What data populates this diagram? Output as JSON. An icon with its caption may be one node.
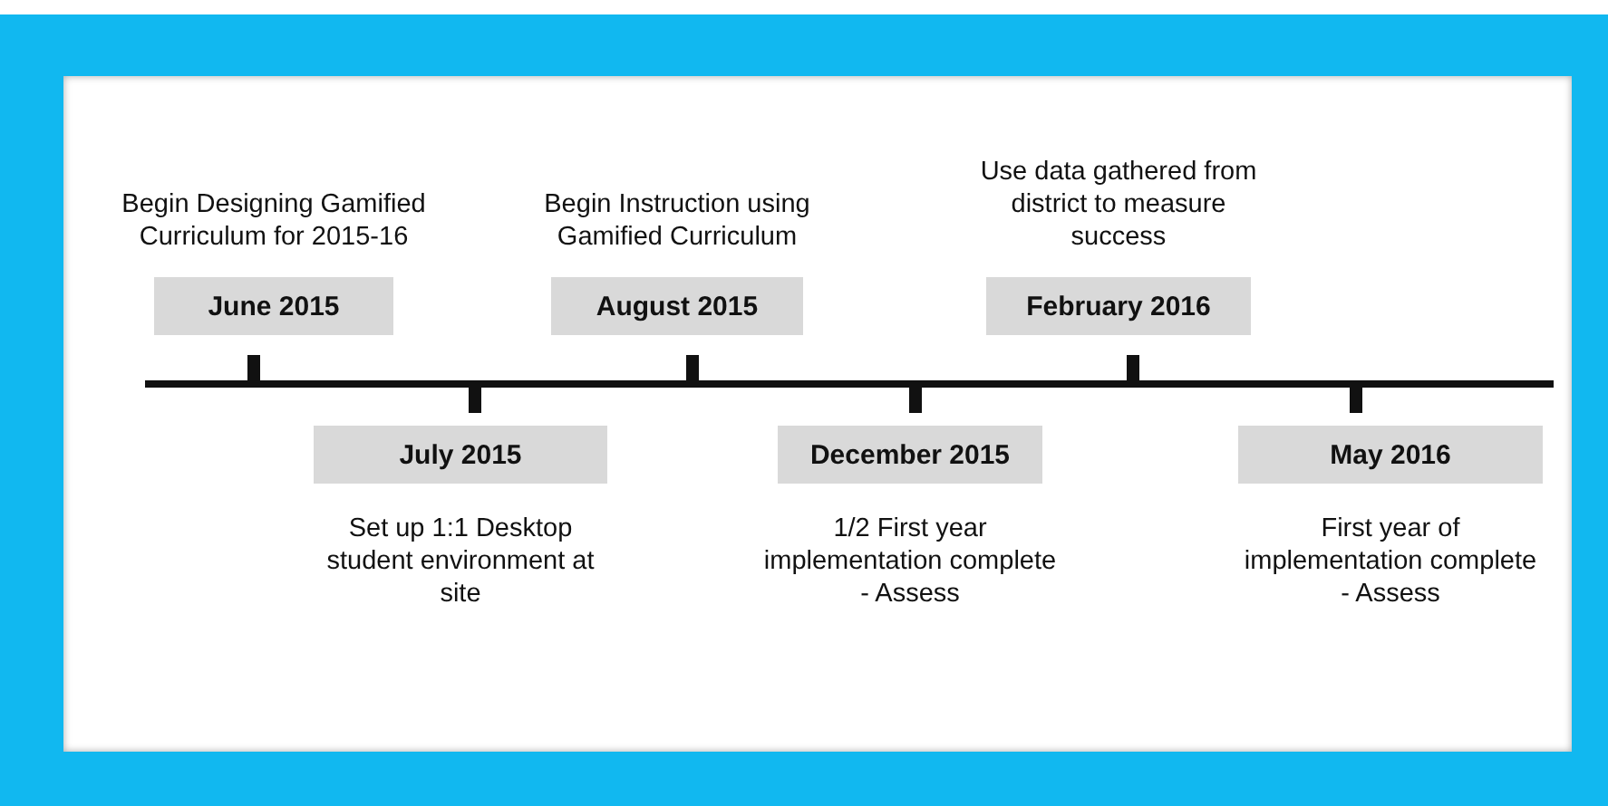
{
  "diagram": {
    "nodes": [
      {
        "text": [
          "June 2015"
        ],
        "beside": [
          "Begin Designing Gamified Curriculum for 2015-16"
        ]
      },
      {
        "text": [
          "July 2015"
        ],
        "beside": [
          "Set up 1:1 Desktop student environment at site"
        ]
      },
      {
        "text": [
          "August 2015"
        ],
        "beside": [
          "Begin Instruction using Gamified Curriculum"
        ]
      },
      {
        "text": [
          "December 2015"
        ],
        "beside": [
          "1/2 First year implementation complete - Assess"
        ]
      },
      {
        "text": [
          "February 2016"
        ],
        "beside": [
          "Use data gathered from district to measure success"
        ]
      },
      {
        "text": [
          "May 2016"
        ],
        "beside": [
          "First year of implementation complete - Assess"
        ]
      }
    ]
  }
}
